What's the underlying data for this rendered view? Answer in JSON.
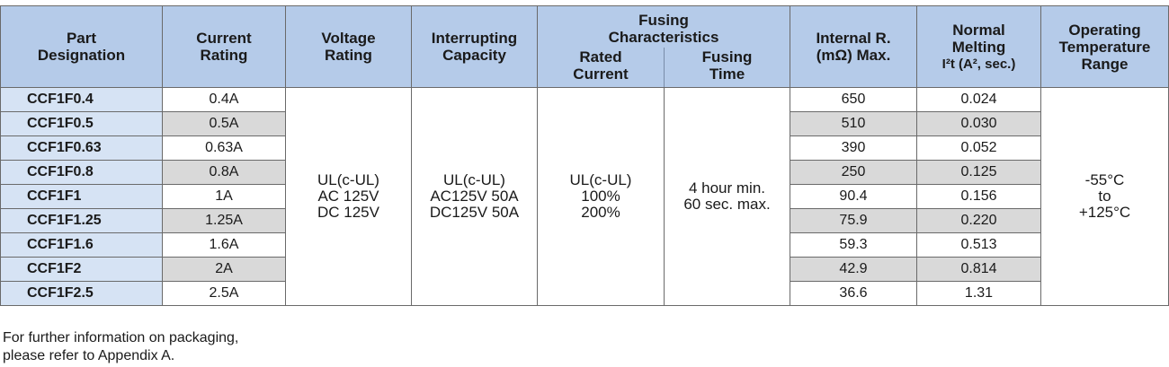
{
  "headers": {
    "part": [
      "Part",
      "Designation"
    ],
    "current": [
      "Current",
      "Rating"
    ],
    "voltage": [
      "Voltage",
      "Rating"
    ],
    "interrupting": [
      "Interrupting",
      "Capacity"
    ],
    "fusing": [
      "Fusing",
      "Characteristics"
    ],
    "rated_current": [
      "Rated",
      "Current"
    ],
    "fusing_time": [
      "Fusing",
      "Time"
    ],
    "internal_r": [
      "Internal R.",
      "(mΩ) Max."
    ],
    "normal_melting": [
      "Normal",
      "Melting",
      "I²t (A², sec.)"
    ],
    "operating": [
      "Operating",
      "Temperature",
      "Range"
    ]
  },
  "rows": [
    {
      "part": "CCF1F0.4",
      "current": "0.4A",
      "ir": "650",
      "i2t": "0.024"
    },
    {
      "part": "CCF1F0.5",
      "current": "0.5A",
      "ir": "510",
      "i2t": "0.030"
    },
    {
      "part": "CCF1F0.63",
      "current": "0.63A",
      "ir": "390",
      "i2t": "0.052"
    },
    {
      "part": "CCF1F0.8",
      "current": "0.8A",
      "ir": "250",
      "i2t": "0.125"
    },
    {
      "part": "CCF1F1",
      "current": "1A",
      "ir": "90.4",
      "i2t": "0.156"
    },
    {
      "part": "CCF1F1.25",
      "current": "1.25A",
      "ir": "75.9",
      "i2t": "0.220"
    },
    {
      "part": "CCF1F1.6",
      "current": "1.6A",
      "ir": "59.3",
      "i2t": "0.513"
    },
    {
      "part": "CCF1F2",
      "current": "2A",
      "ir": "42.9",
      "i2t": "0.814"
    },
    {
      "part": "CCF1F2.5",
      "current": "2.5A",
      "ir": "36.6",
      "i2t": "1.31"
    }
  ],
  "merged": {
    "voltage": [
      "UL(c-UL)",
      "AC 125V",
      "DC 125V"
    ],
    "interrupting": [
      "UL(c-UL)",
      "AC125V 50A",
      "DC125V 50A"
    ],
    "rated_current": [
      "UL(c-UL)",
      "100%",
      "200%"
    ],
    "fusing_time": [
      "4 hour min.",
      "60 sec. max."
    ],
    "operating": [
      "-55°C",
      "to",
      "+125°C"
    ]
  },
  "note": [
    "For further information on packaging,",
    "please refer to Appendix A."
  ]
}
